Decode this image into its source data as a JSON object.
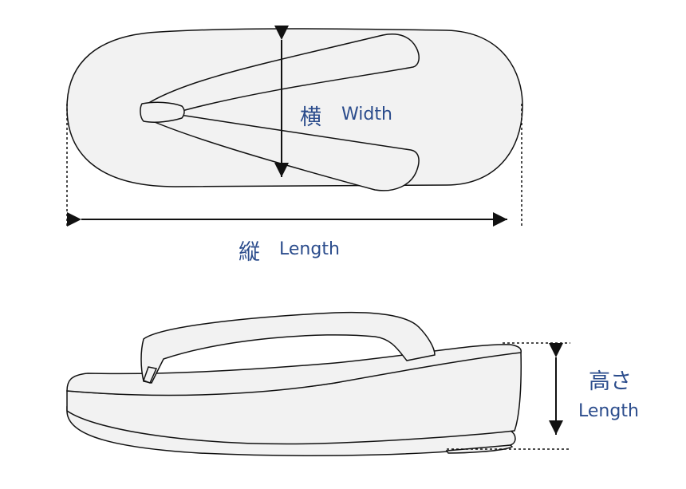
{
  "colors": {
    "label": "#2b4c8c",
    "fill": "#f2f2f2",
    "stroke": "#111111"
  },
  "top_view": {
    "width_label_jp": "横",
    "width_label_en": "Width",
    "length_label_jp": "縦",
    "length_label_en": "Length"
  },
  "side_view": {
    "height_label_jp": "高さ",
    "height_label_en": "Length"
  }
}
